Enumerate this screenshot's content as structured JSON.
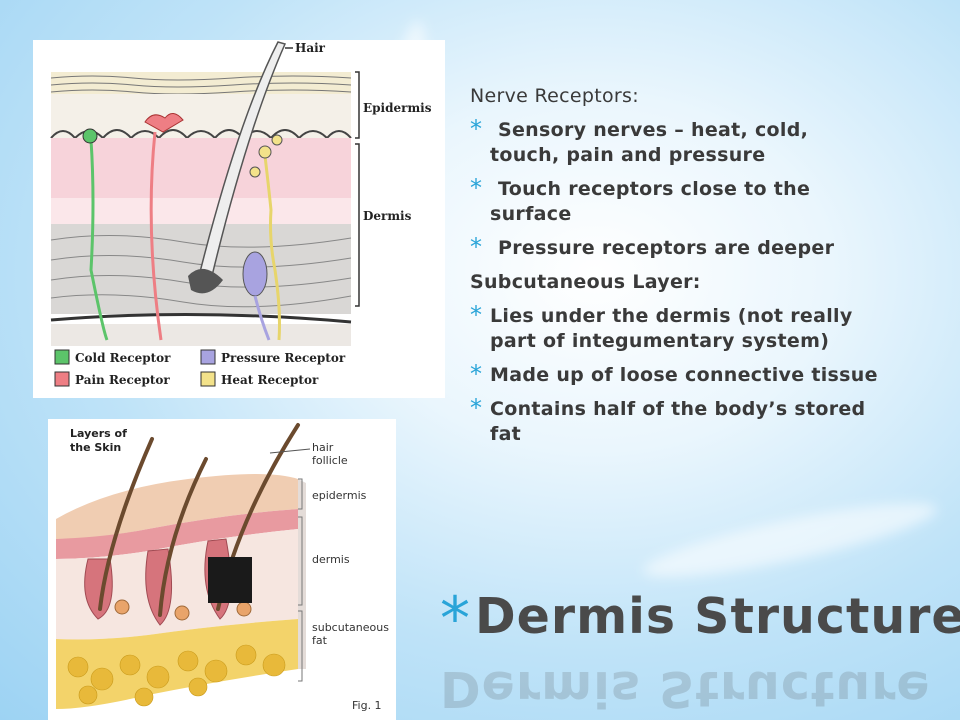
{
  "figure1": {
    "labels": {
      "hair": "Hair",
      "epidermis": "Epidermis",
      "dermis": "Dermis"
    },
    "legend": [
      {
        "label": "Cold Receptor",
        "color": "#5cc46a"
      },
      {
        "label": "Pain Receptor",
        "color": "#ee7e84"
      },
      {
        "label": "Pressure Receptor",
        "color": "#a8a3e0"
      },
      {
        "label": "Heat Receptor",
        "color": "#f3e28a"
      }
    ]
  },
  "figure2": {
    "title_line1": "Layers of",
    "title_line2": "the Skin",
    "labels": {
      "hair_follicle_1": "hair",
      "hair_follicle_2": "follicle",
      "epidermis": "epidermis",
      "dermis": "dermis",
      "subcutaneous_1": "subcutaneous",
      "subcutaneous_2": "fat"
    },
    "caption": "Fig. 1"
  },
  "content": {
    "heading1": "Nerve Receptors:",
    "bullets1": [
      {
        "line1": "Sensory nerves – heat, cold,",
        "line2": "touch, pain and pressure"
      },
      {
        "line1": "Touch receptors close to the",
        "line2": "surface"
      },
      {
        "line1": "Pressure receptors are deeper",
        "line2": ""
      }
    ],
    "heading2": "Subcutaneous Layer:",
    "bullets2": [
      {
        "line1": "Lies under the dermis (not really",
        "line2": "part of integumentary system)"
      },
      {
        "line1": "Made up of loose connective tissue",
        "line2": ""
      },
      {
        "line1": "Contains half of the body’s stored",
        "line2": "fat"
      }
    ],
    "bullet_glyph": "*"
  },
  "title": {
    "star": "*",
    "text": "Dermis Structure"
  },
  "colors": {
    "accent": "#29a4d8",
    "text": "#3a3a3a",
    "title": "#4a4a4a"
  }
}
